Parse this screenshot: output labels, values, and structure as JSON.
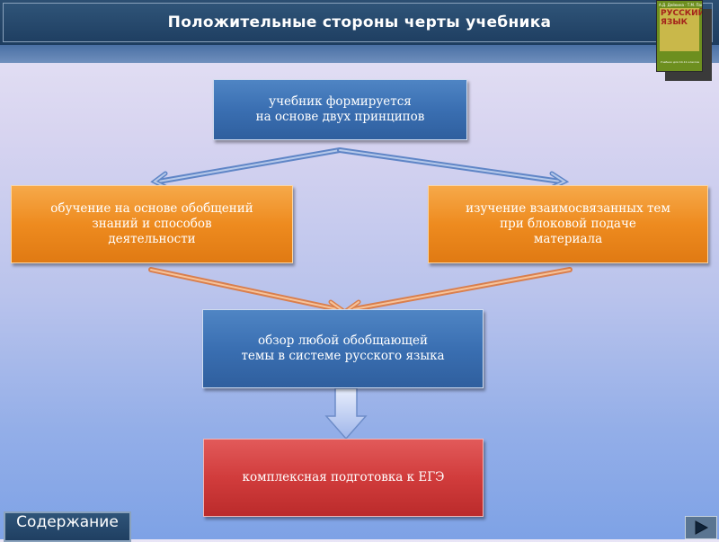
{
  "header": {
    "title": "Положительные стороны черты учебника"
  },
  "book_cover": {
    "authors": "А.Д. Дейкина · Т.М. Пахнова",
    "title": "РУССКИЙ ЯЗЫК",
    "subtitle": "Учебник для 10-11 классов"
  },
  "diagram": {
    "top_box": "учебник формируется\nна основе двух принципов",
    "left_box": "обучение на основе обобщений\nзнаний и способов\nдеятельности",
    "right_box": "изучение взаимосвязанных тем\nпри блоковой подаче\nматериала",
    "middle_box": "обзор любой обобщающей\nтемы в системе русского языка",
    "bottom_box": "комплексная подготовка к ЕГЭ"
  },
  "colors": {
    "blue_box": "#3a6fb2",
    "orange_box": "#ee8b1f",
    "red_box": "#d13c3c",
    "title_bar": "#1f3f62"
  },
  "navigation": {
    "contents_label": "Содержание",
    "next_icon": "next-slide-icon"
  }
}
